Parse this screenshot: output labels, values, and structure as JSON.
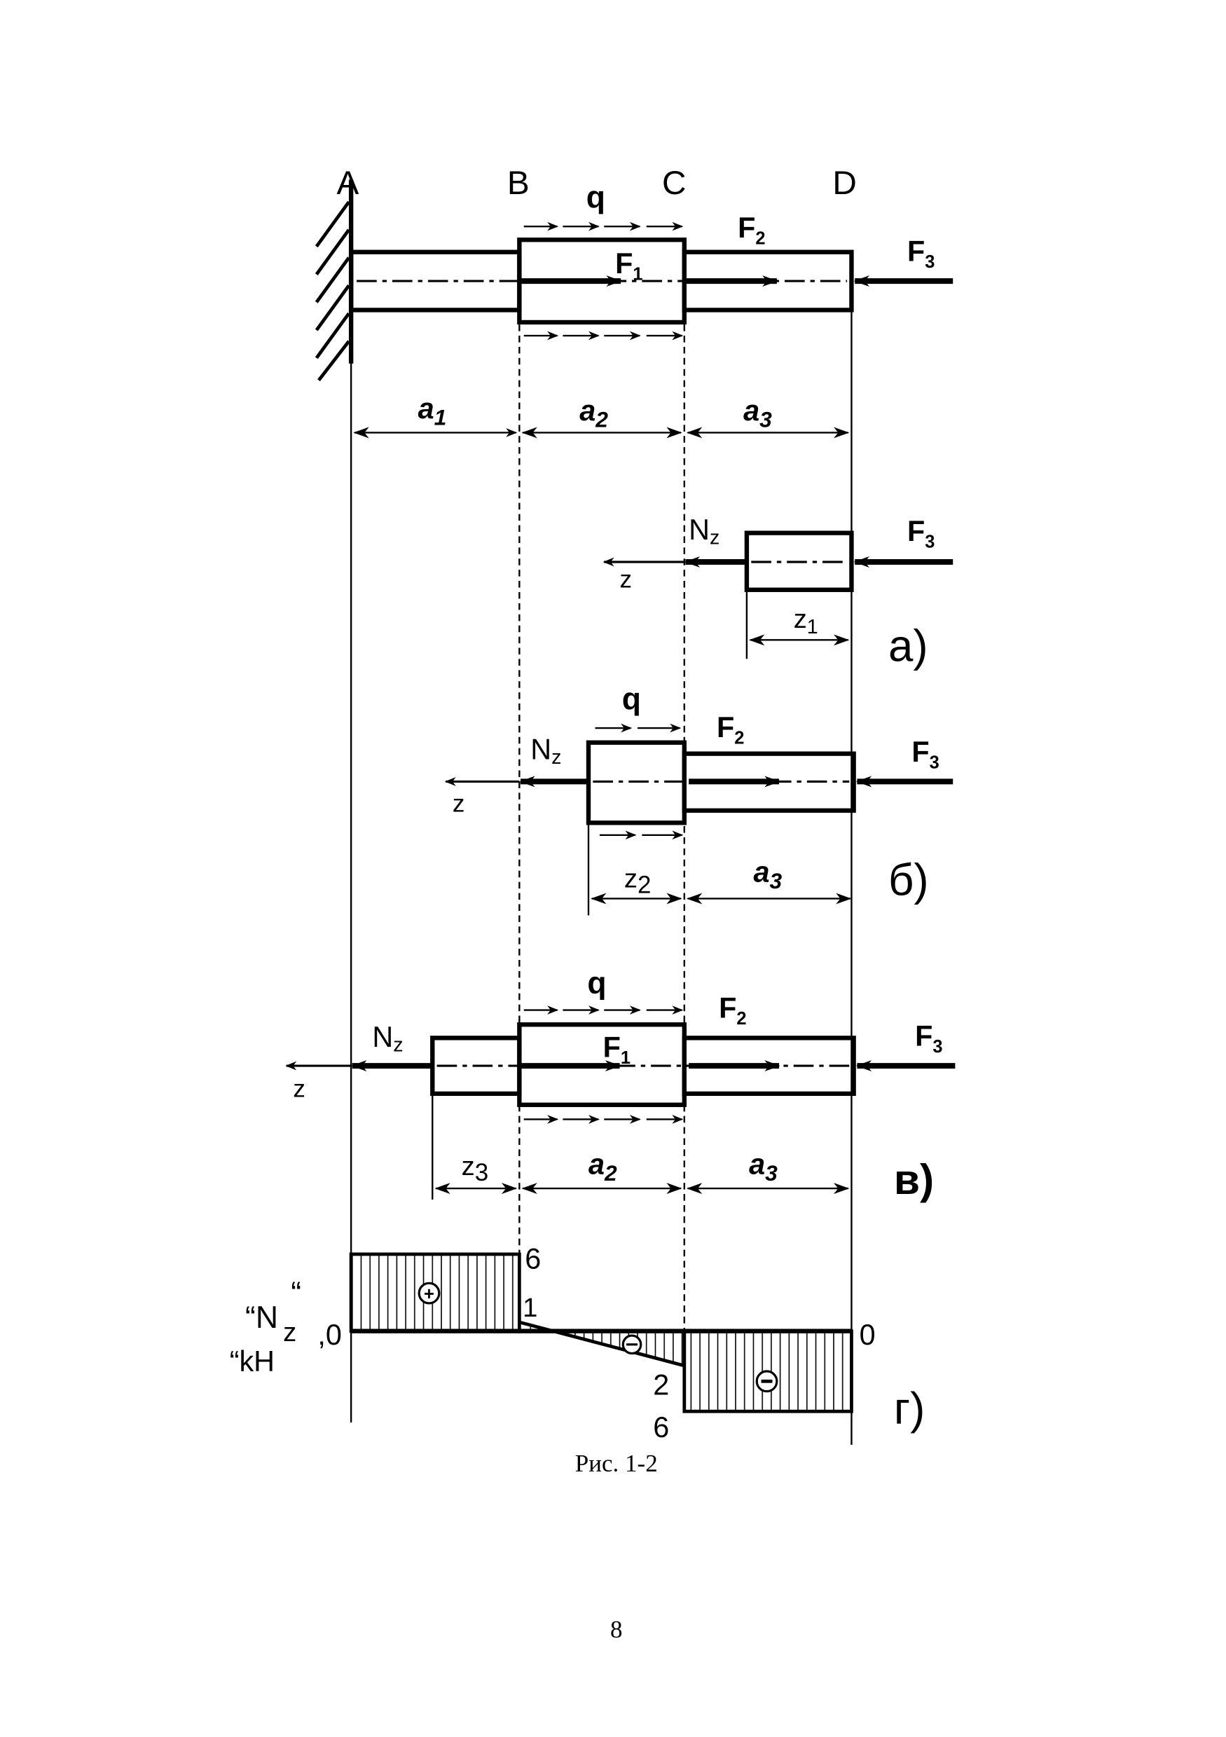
{
  "figure": {
    "points": [
      "A",
      "B",
      "C",
      "D"
    ],
    "loads": {
      "q": "q",
      "F1": "F",
      "F1_sub": "1",
      "F2": "F",
      "F2_sub": "2",
      "F3": "F",
      "F3_sub": "3"
    },
    "dimensions": {
      "a1": "a",
      "a1_sub": "1",
      "a2": "a",
      "a2_sub": "2",
      "a3": "a",
      "a3_sub": "3",
      "z1": "z",
      "z1_sub": "1",
      "z2": "z",
      "z2_sub": "2",
      "z3": "z",
      "z3_sub": "3"
    },
    "internal_force": {
      "N": "N",
      "N_sub": "z"
    },
    "axis": "z",
    "subfigures": [
      "а)",
      "б)",
      "в)",
      "г)"
    ],
    "diagram": {
      "axis_label_top": "“N",
      "axis_label_sub": "z",
      "axis_label_quote": "“",
      "axis_label_unit": "“kH",
      "zero_left": ",0",
      "zero_right": "0",
      "segment_values": [
        {
          "segment": "AB",
          "value": 6,
          "sign": "+"
        },
        {
          "segment": "BC",
          "from": 1,
          "to": -2,
          "sign": "-"
        },
        {
          "segment": "CD",
          "value": -6,
          "sign": "-"
        }
      ],
      "labels": {
        "v6_top": "6",
        "v1": "1",
        "v2": "2",
        "v6_bottom": "6"
      },
      "plus_symbol": "+",
      "minus_symbol": "−"
    },
    "caption": "Рис. 1-2"
  },
  "page_number": "8"
}
